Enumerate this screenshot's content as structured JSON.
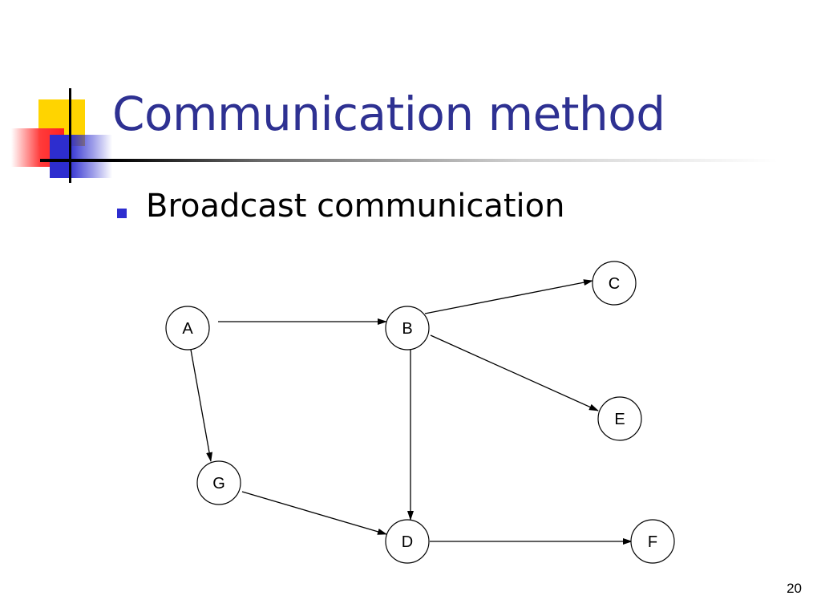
{
  "slide": {
    "title": "Communication method",
    "bullets": [
      {
        "text": "Broadcast communication"
      }
    ],
    "page_number": "20"
  },
  "diagram": {
    "nodes": [
      {
        "id": "A",
        "label": "A"
      },
      {
        "id": "B",
        "label": "B"
      },
      {
        "id": "C",
        "label": "C"
      },
      {
        "id": "D",
        "label": "D"
      },
      {
        "id": "E",
        "label": "E"
      },
      {
        "id": "F",
        "label": "F"
      },
      {
        "id": "G",
        "label": "G"
      }
    ],
    "edges": [
      {
        "from": "A",
        "to": "B"
      },
      {
        "from": "A",
        "to": "G"
      },
      {
        "from": "B",
        "to": "C"
      },
      {
        "from": "B",
        "to": "E"
      },
      {
        "from": "B",
        "to": "D"
      },
      {
        "from": "G",
        "to": "D"
      },
      {
        "from": "D",
        "to": "F"
      }
    ]
  }
}
